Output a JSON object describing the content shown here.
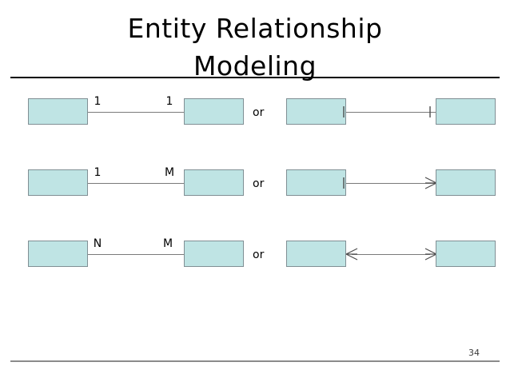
{
  "slide": {
    "title": "Entity Relationship\nModeling",
    "page_number": "34",
    "accent_box_color": "#bfe4e4",
    "box_border_color": "#808f94",
    "line_color": "#7a7a7a",
    "rule_color": "#000000",
    "footer_rule_color": "#8b8b8b"
  },
  "diagram": {
    "or_label": "or",
    "rows": [
      {
        "name": "one-to-one",
        "left_cardinality": "1",
        "right_cardinality": "1",
        "left_notation": "tick",
        "right_notation": "tick"
      },
      {
        "name": "one-to-many",
        "left_cardinality": "1",
        "right_cardinality": "M",
        "left_notation": "tick",
        "right_notation": "crowsfoot"
      },
      {
        "name": "many-to-many",
        "left_cardinality": "N",
        "right_cardinality": "M",
        "left_notation": "crowsfoot",
        "right_notation": "crowsfoot"
      }
    ]
  }
}
